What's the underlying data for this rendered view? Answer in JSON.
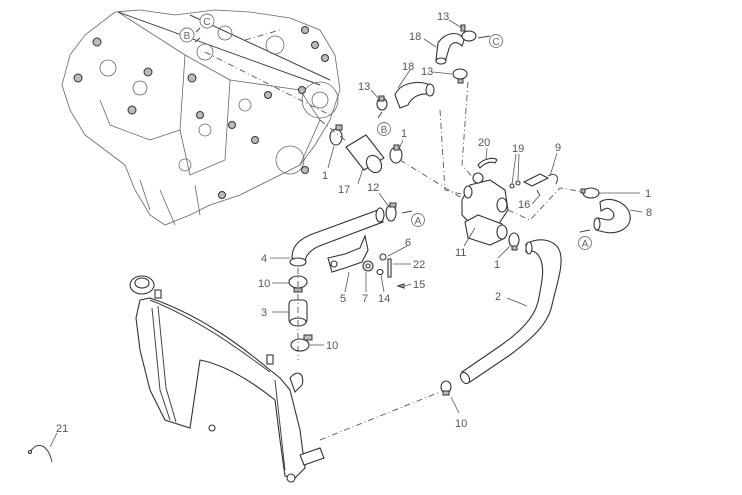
{
  "diagram": {
    "title": "Cooling system exploded view",
    "callouts": [
      {
        "id": "c-13a",
        "label": "13"
      },
      {
        "id": "c-18a",
        "label": "18"
      },
      {
        "id": "c-13b",
        "label": "13"
      },
      {
        "id": "c-18b",
        "label": "18"
      },
      {
        "id": "c-13c",
        "label": "13"
      },
      {
        "id": "c-1a",
        "label": "1"
      },
      {
        "id": "c-1b",
        "label": "1"
      },
      {
        "id": "c-17",
        "label": "17"
      },
      {
        "id": "c-12",
        "label": "12"
      },
      {
        "id": "c-20",
        "label": "20"
      },
      {
        "id": "c-19",
        "label": "19"
      },
      {
        "id": "c-9",
        "label": "9"
      },
      {
        "id": "c-16",
        "label": "16"
      },
      {
        "id": "c-1c",
        "label": "1"
      },
      {
        "id": "c-8",
        "label": "8"
      },
      {
        "id": "c-11",
        "label": "11"
      },
      {
        "id": "c-1d",
        "label": "1"
      },
      {
        "id": "c-4",
        "label": "4"
      },
      {
        "id": "c-6",
        "label": "6"
      },
      {
        "id": "c-22",
        "label": "22"
      },
      {
        "id": "c-10a",
        "label": "10"
      },
      {
        "id": "c-15",
        "label": "15"
      },
      {
        "id": "c-5",
        "label": "5"
      },
      {
        "id": "c-7",
        "label": "7"
      },
      {
        "id": "c-14",
        "label": "14"
      },
      {
        "id": "c-3",
        "label": "3"
      },
      {
        "id": "c-10b",
        "label": "10"
      },
      {
        "id": "c-2",
        "label": "2"
      },
      {
        "id": "c-10c",
        "label": "10"
      },
      {
        "id": "c-21",
        "label": "21"
      }
    ],
    "references": [
      {
        "id": "ref-c-top",
        "label": "C"
      },
      {
        "id": "ref-b-top",
        "label": "B"
      },
      {
        "id": "ref-c-engine",
        "label": "C"
      },
      {
        "id": "ref-b-engine",
        "label": "B"
      },
      {
        "id": "ref-a-12",
        "label": "A"
      },
      {
        "id": "ref-a-8",
        "label": "A"
      }
    ]
  }
}
